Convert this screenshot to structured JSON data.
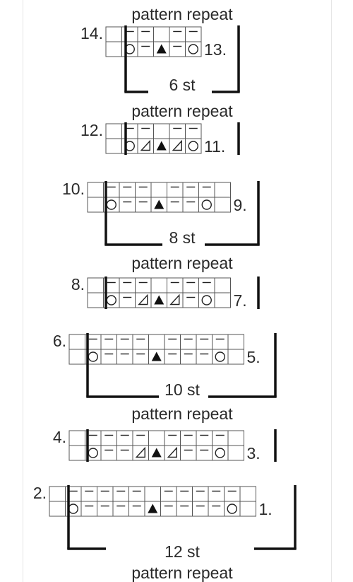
{
  "charts": [
    {
      "id": "c14",
      "captions_above": [
        "pattern repeat"
      ],
      "rows": [
        {
          "label": "14.",
          "side": "left",
          "cells": [
            "",
            "dash",
            "dash",
            "",
            "dash",
            "dash"
          ]
        },
        {
          "label": "13.",
          "side": "right",
          "cells": [
            "",
            "yo",
            "dash",
            "sk2p",
            "dash",
            "yo"
          ]
        }
      ],
      "stitch_label": "6 st"
    },
    {
      "id": "c12",
      "captions_above": [
        "pattern repeat"
      ],
      "rows": [
        {
          "label": "12.",
          "side": "left",
          "cells": [
            "",
            "dash",
            "dash",
            "",
            "dash",
            "dash"
          ]
        },
        {
          "label": "11.",
          "side": "right",
          "cells": [
            "",
            "yo",
            "k2tog",
            "sk2p",
            "k2tog",
            "yo"
          ]
        }
      ],
      "stitch_label": ""
    },
    {
      "id": "c10",
      "captions_above": [],
      "rows": [
        {
          "label": "10.",
          "side": "left",
          "cells": [
            "",
            "dash",
            "dash",
            "dash",
            "",
            "dash",
            "dash",
            "dash",
            ""
          ]
        },
        {
          "label": "9.",
          "side": "right",
          "cells": [
            "",
            "yo",
            "dash",
            "dash",
            "sk2p",
            "dash",
            "dash",
            "yo",
            ""
          ]
        }
      ],
      "stitch_label": "8 st"
    },
    {
      "id": "c8",
      "captions_above": [
        "pattern repeat"
      ],
      "rows": [
        {
          "label": "8.",
          "side": "left",
          "cells": [
            "",
            "dash",
            "dash",
            "dash",
            "",
            "dash",
            "dash",
            "dash",
            ""
          ]
        },
        {
          "label": "7.",
          "side": "right",
          "cells": [
            "",
            "yo",
            "dash",
            "k2tog",
            "sk2p",
            "k2tog",
            "dash",
            "yo",
            ""
          ]
        }
      ],
      "stitch_label": ""
    },
    {
      "id": "c6",
      "captions_above": [],
      "rows": [
        {
          "label": "6.",
          "side": "left",
          "cells": [
            "",
            "dash",
            "dash",
            "dash",
            "dash",
            "",
            "dash",
            "dash",
            "dash",
            "dash",
            ""
          ]
        },
        {
          "label": "5.",
          "side": "right",
          "cells": [
            "",
            "yo",
            "dash",
            "dash",
            "dash",
            "sk2p",
            "dash",
            "dash",
            "dash",
            "yo",
            ""
          ]
        }
      ],
      "stitch_label": "10 st"
    },
    {
      "id": "c4",
      "captions_above": [
        "pattern repeat"
      ],
      "rows": [
        {
          "label": "4.",
          "side": "left",
          "cells": [
            "",
            "dash",
            "dash",
            "dash",
            "dash",
            "",
            "dash",
            "dash",
            "dash",
            "dash",
            ""
          ]
        },
        {
          "label": "3.",
          "side": "right",
          "cells": [
            "",
            "yo",
            "dash",
            "dash",
            "k2tog",
            "sk2p",
            "k2tog",
            "dash",
            "dash",
            "yo",
            ""
          ]
        }
      ],
      "stitch_label": ""
    },
    {
      "id": "c2",
      "captions_above": [],
      "rows": [
        {
          "label": "2.",
          "side": "left",
          "cells": [
            "",
            "dash",
            "dash",
            "dash",
            "dash",
            "dash",
            "",
            "dash",
            "dash",
            "dash",
            "dash",
            "dash",
            ""
          ]
        },
        {
          "label": "1.",
          "side": "right",
          "cells": [
            "",
            "yo",
            "dash",
            "dash",
            "dash",
            "dash",
            "sk2p",
            "dash",
            "dash",
            "dash",
            "dash",
            "yo",
            ""
          ]
        }
      ],
      "stitch_label": "12 st"
    }
  ],
  "footer_caption": "pattern repeat"
}
